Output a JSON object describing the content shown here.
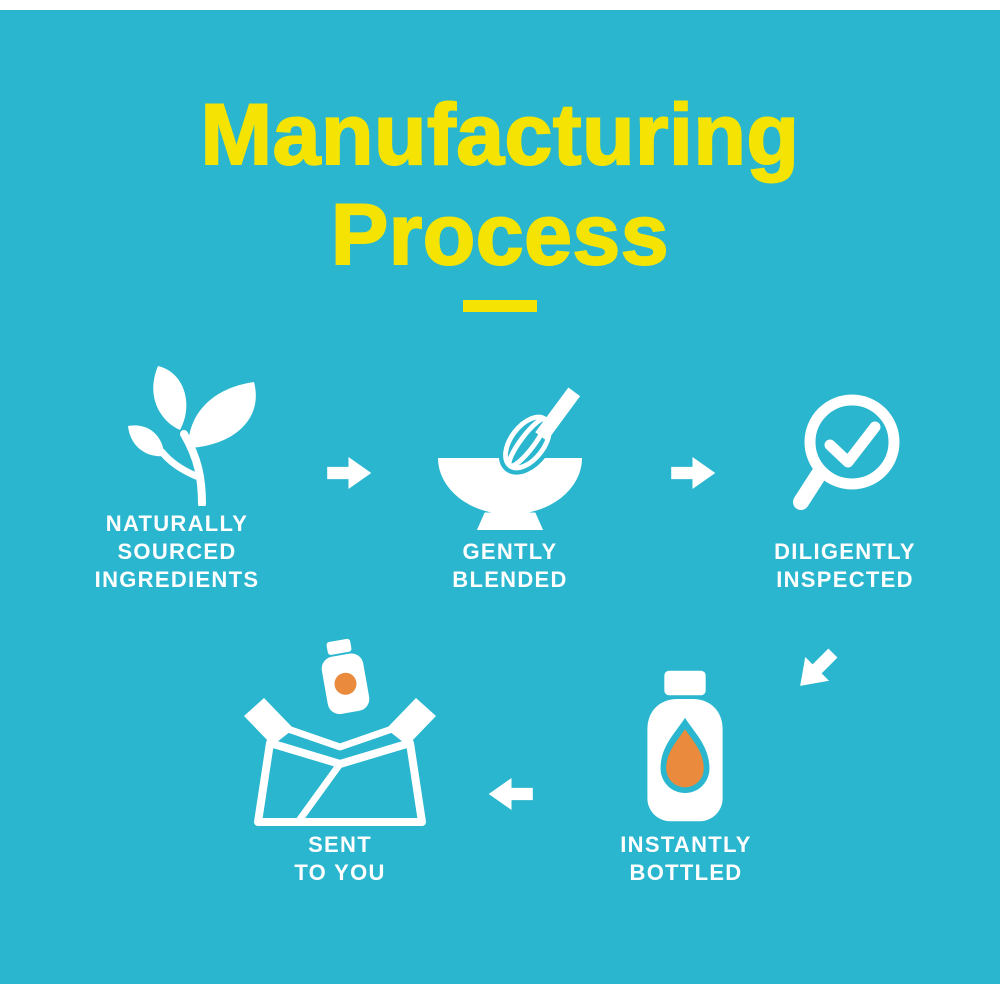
{
  "colors": {
    "background": "#29b6ce",
    "title_yellow": "#f5e403",
    "icon_white": "#ffffff",
    "drop_orange": "#e98a3c",
    "margin_white": "#ffffff"
  },
  "title": {
    "line1": "Manufacturing",
    "line2": "Process"
  },
  "steps": [
    {
      "id": "sourced",
      "icon": "leaf-icon",
      "label": "NATURALLY\nSOURCED\nINGREDIENTS"
    },
    {
      "id": "blended",
      "icon": "bowl-whisk-icon",
      "label": "GENTLY\nBLENDED"
    },
    {
      "id": "inspected",
      "icon": "magnifier-check-icon",
      "label": "DILIGENTLY\nINSPECTED"
    },
    {
      "id": "bottled",
      "icon": "bottle-icon",
      "label": "INSTANTLY\nBOTTLED"
    },
    {
      "id": "shipped",
      "icon": "box-icon",
      "label": "SENT\nTO YOU"
    }
  ]
}
